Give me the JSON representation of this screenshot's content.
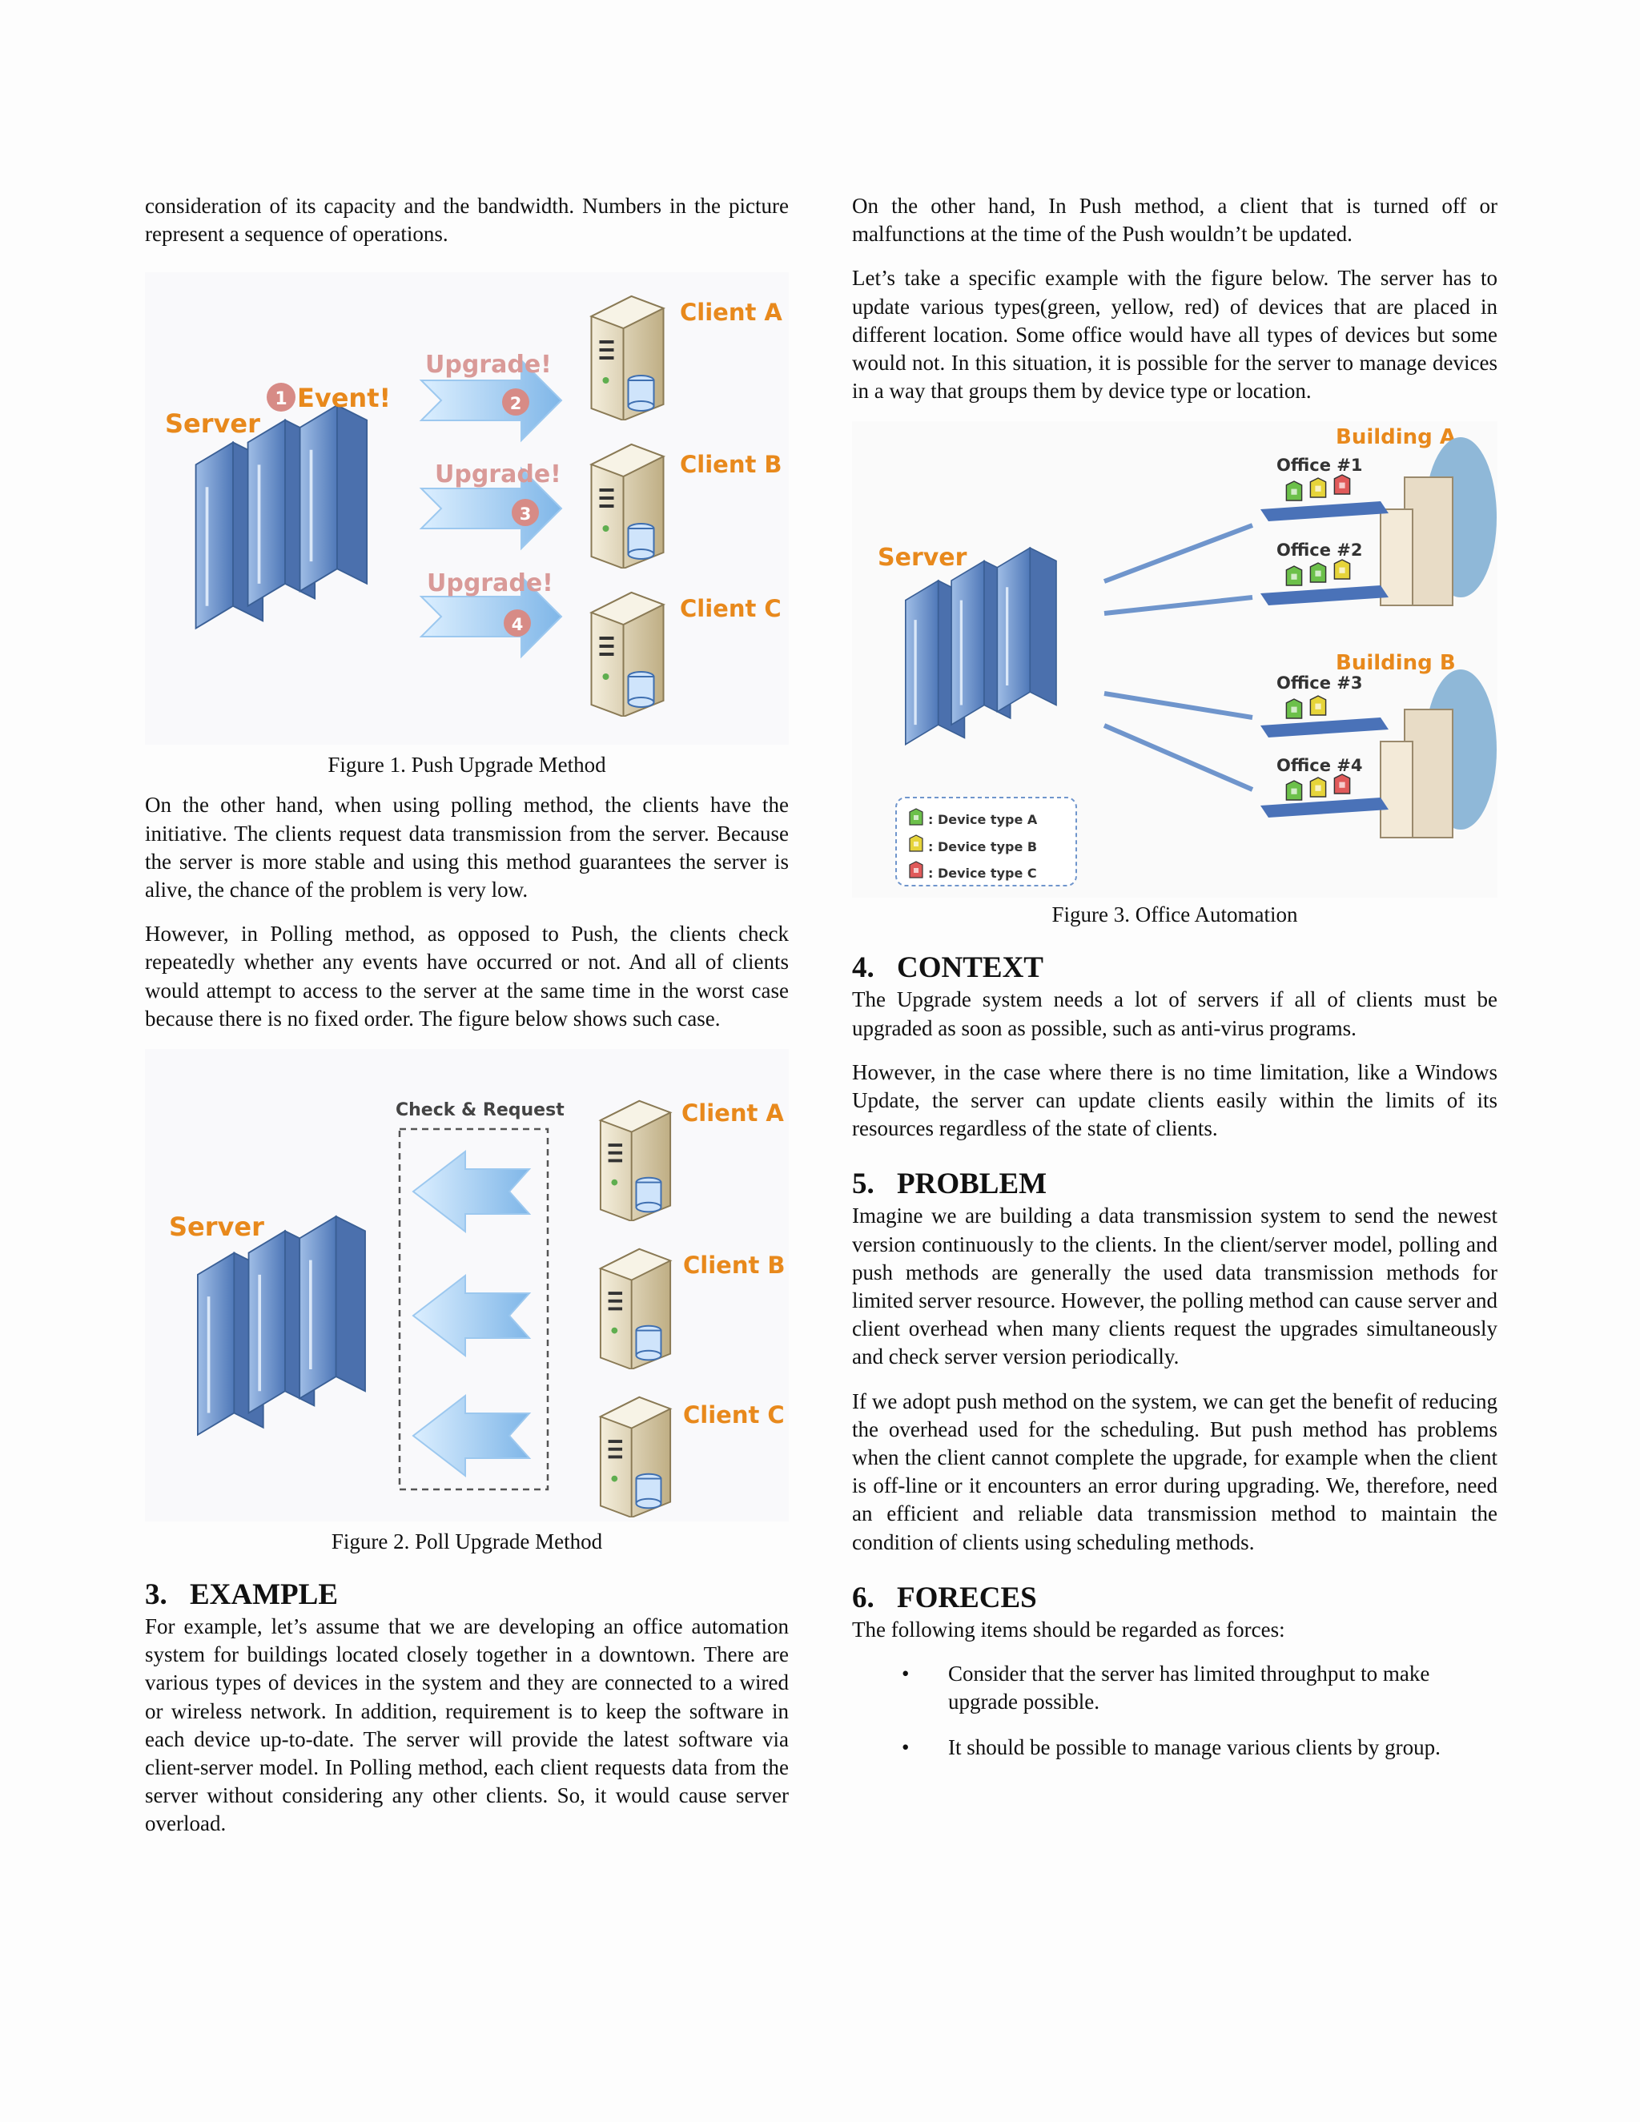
{
  "left": {
    "para_top": "consideration of its capacity and the bandwidth. Numbers in the picture represent a sequence of operations.",
    "fig1": {
      "server": "Server",
      "event": "Event!",
      "upgrade": "Upgrade!",
      "client_a": "Client A",
      "client_b": "Client B",
      "client_c": "Client C",
      "n1": "1",
      "n2": "2",
      "n3": "3",
      "n4": "4",
      "caption": "Figure 1. Push Upgrade Method"
    },
    "para_poll": "On the other hand, when using polling method, the clients have the initiative. The clients request data transmission from the server. Because the server is more stable and using this method guarantees the server is alive, the chance of the problem is very low.",
    "para_however": "However, in Polling method, as opposed to Push, the clients check repeatedly whether any events have occurred or not. And all of clients would attempt to access to the server at the same time in the worst case because there is no fixed order. The figure below shows such case.",
    "fig2": {
      "server": "Server",
      "check": "Check & Request",
      "client_a": "Client A",
      "client_b": "Client B",
      "client_c": "Client C",
      "caption": "Figure 2. Poll Upgrade Method"
    },
    "sec3": {
      "num": "3.",
      "title": "EXAMPLE"
    },
    "para_example": "For example, let’s assume that we are developing an office automation system for buildings located closely together in a downtown. There are various types of devices in the system and they are connected to a wired or wireless network. In addition, requirement is to keep the software in each device up-to-date. The server will provide the latest software via client-server model. In Polling method, each client requests data from the server without considering any other clients. So, it would cause server overload."
  },
  "right": {
    "para_push": "On the other hand, In Push method, a client that is turned off or malfunctions at the time of the Push wouldn’t be updated.",
    "para_specific": "Let’s take a specific example with the figure below. The server has to update various types(green, yellow, red) of devices that are placed in different location. Some office would have all types of devices but some would not. In this situation, it is possible for the server to manage devices in a way that groups them by device type or location.",
    "fig3": {
      "server": "Server",
      "building_a": "Building A",
      "building_b": "Building B",
      "office1": "Office #1",
      "office2": "Office #2",
      "office3": "Office #3",
      "office4": "Office #4",
      "type_a": ": Device type A",
      "type_b": ": Device type B",
      "type_c": ": Device type C",
      "caption": "Figure 3. Office Automation"
    },
    "sec4": {
      "num": "4.",
      "title": "CONTEXT"
    },
    "para_context1": "The Upgrade system needs a lot of servers if all of clients must be upgraded as soon as possible, such as anti-virus programs.",
    "para_context2": "However, in the case where there is no time limitation, like a Windows Update, the server can update clients easily within the limits of its resources regardless of the state of clients.",
    "sec5": {
      "num": "5.",
      "title": "PROBLEM"
    },
    "para_problem1": "Imagine we are building a data transmission system to send the newest version continuously to the clients. In the client/server model, polling and push methods are generally the used data transmission methods for limited server resource. However, the polling method can cause server and client overhead when many clients request the upgrades simultaneously and check server version periodically.",
    "para_problem2": "If we adopt push method on the system, we can get the benefit of reducing the overhead used for the scheduling. But push method has problems when the client cannot complete the upgrade, for example when the client is off-line or it encounters an error during upgrading. We, therefore, need an efficient and reliable data transmission method to maintain the condition of clients using scheduling methods.",
    "sec6": {
      "num": "6.",
      "title": "FORECES"
    },
    "para_forces": "The following items should be regarded as forces:",
    "bullet_char": "•",
    "forces": [
      "Consider that the server has limited throughput to make upgrade possible.",
      "It should be possible to manage various clients by group."
    ]
  },
  "colors": {
    "label_orange": "#e8891c",
    "server_blue": "#6f95cc",
    "arrow_blue": "#9cc8ef",
    "device_green": "#6cc04a",
    "device_yellow": "#e6d43a",
    "device_red": "#e05a5a"
  }
}
